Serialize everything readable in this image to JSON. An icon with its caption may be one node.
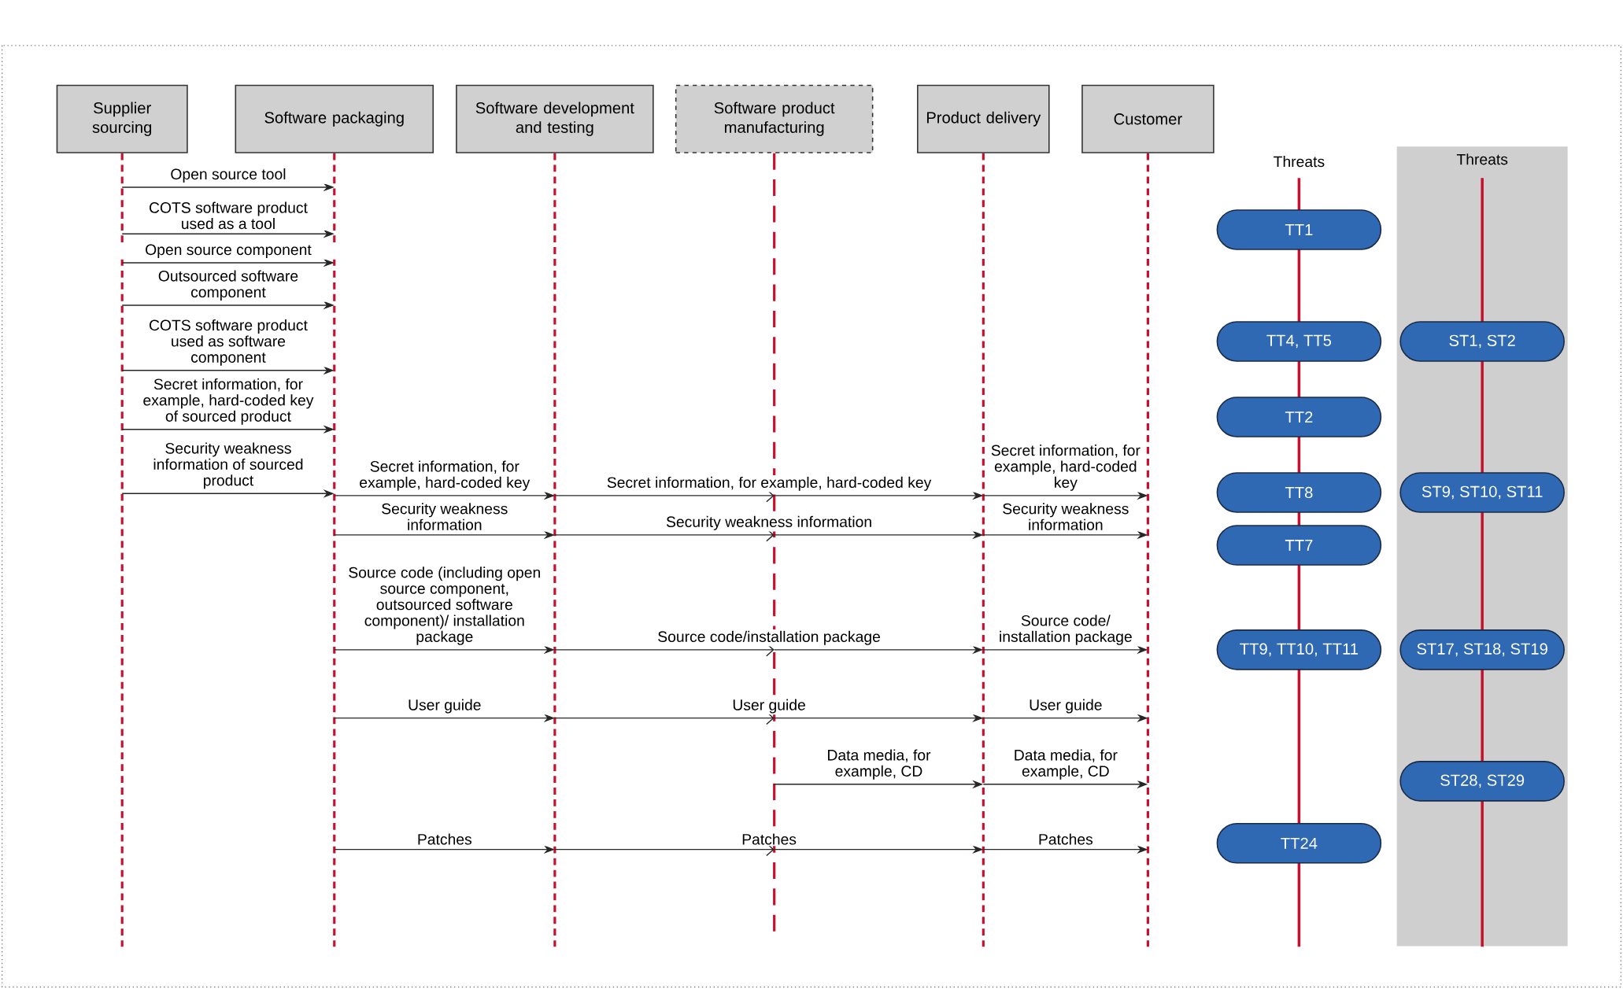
{
  "diagram": {
    "nodes": [
      {
        "text": [
          "Supplier sourcing"
        ]
      },
      {
        "text": [
          "Software packaging"
        ]
      },
      {
        "text": [
          "Software development and testing"
        ]
      },
      {
        "text": [
          "Software product manufacturing"
        ]
      },
      {
        "text": [
          "Product delivery"
        ]
      },
      {
        "text": [
          "Customer"
        ]
      },
      {
        "text": [
          "Threats"
        ]
      },
      {
        "text": [
          "TT1"
        ]
      },
      {
        "text": [
          "TT4, TT5"
        ]
      },
      {
        "text": [
          "ST1, ST2"
        ],
        "in": 6
      },
      {
        "text": [
          "TT2"
        ]
      },
      {
        "text": [
          "TT8"
        ]
      },
      {
        "text": [
          "ST9, ST10, ST11"
        ],
        "in": 6
      },
      {
        "text": [
          "TT7"
        ]
      },
      {
        "text": [
          "TT9, TT10, TT11"
        ]
      },
      {
        "text": [
          "ST17, ST18, ST19"
        ],
        "in": 6
      },
      {
        "text": [
          "ST28, ST29"
        ],
        "in": 6
      },
      {
        "text": [
          "TT24"
        ]
      }
    ],
    "edges": [
      {
        "from": 0,
        "to": 1,
        "arrow": "to",
        "label": "Open source tool"
      },
      {
        "from": 0,
        "to": 1,
        "arrow": "to",
        "label": "COTS software product used as a tool"
      },
      {
        "from": 0,
        "to": 1,
        "arrow": "to",
        "label": "Open source component"
      },
      {
        "from": 0,
        "to": 1,
        "arrow": "to",
        "label": "Outsourced software component"
      },
      {
        "from": 0,
        "to": 1,
        "arrow": "to",
        "label": "COTS software product used as software component"
      },
      {
        "from": 0,
        "to": 1,
        "arrow": "to",
        "label": "Secret information, for example, hard-coded key of sourced product"
      },
      {
        "from": 0,
        "to": 1,
        "arrow": "to",
        "label": "Security weakness information of sourced product"
      },
      {
        "from": 1,
        "to": 2,
        "arrow": "to",
        "label": "Secret information, for example, hard-coded key"
      },
      {
        "from": 2,
        "to": 3,
        "arrow": "to",
        "label": "Secret information, for example, hard-coded key"
      },
      {
        "from": 3,
        "to": 4,
        "arrow": "to"
      },
      {
        "from": 4,
        "to": 5,
        "arrow": "to",
        "label": "Secret information, for example, hard-coded key"
      },
      {
        "from": 1,
        "to": 2,
        "arrow": "to",
        "label": "Security weakness information"
      },
      {
        "from": 2,
        "to": 3,
        "arrow": "to",
        "label": "Security weakness information"
      },
      {
        "from": 3,
        "to": 4,
        "arrow": "to"
      },
      {
        "from": 4,
        "to": 5,
        "arrow": "to",
        "label": "Security weakness information"
      },
      {
        "from": 1,
        "to": 2,
        "arrow": "to",
        "label": "Source code (including open source component, outsourced software component)/ installation package"
      },
      {
        "from": 2,
        "to": 3,
        "arrow": "to",
        "label": "Source code/installation package"
      },
      {
        "from": 3,
        "to": 4,
        "arrow": "to"
      },
      {
        "from": 4,
        "to": 5,
        "arrow": "to",
        "label": "Source code/ installation package"
      },
      {
        "from": 1,
        "to": 2,
        "arrow": "to",
        "label": "User guide"
      },
      {
        "from": 2,
        "to": 3,
        "arrow": "to",
        "label": "User guide"
      },
      {
        "from": 3,
        "to": 4,
        "arrow": "to"
      },
      {
        "from": 4,
        "to": 5,
        "arrow": "to",
        "label": "User guide"
      },
      {
        "from": 3,
        "to": 4,
        "arrow": "to",
        "label": "Data media, for example, CD"
      },
      {
        "from": 4,
        "to": 5,
        "arrow": "to",
        "label": "Data media, for example, CD"
      },
      {
        "from": 1,
        "to": 2,
        "arrow": "to",
        "label": "Patches"
      },
      {
        "from": 2,
        "to": 3,
        "arrow": "to",
        "label": "Patches"
      },
      {
        "from": 3,
        "to": 4,
        "arrow": "to"
      },
      {
        "from": 4,
        "to": 5,
        "arrow": "to",
        "label": "Patches"
      }
    ],
    "labels": [
      "Threats"
    ]
  }
}
